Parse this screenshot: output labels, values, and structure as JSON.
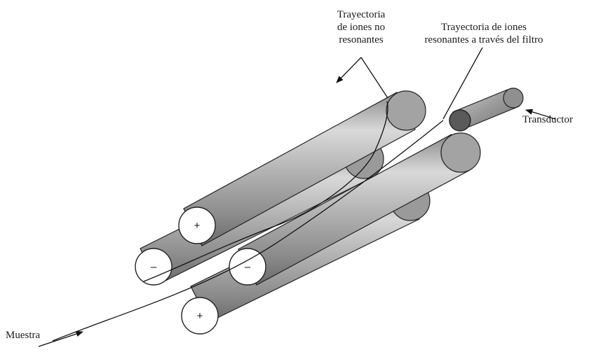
{
  "labels": {
    "nonresonant_line1": "Trayectoria",
    "nonresonant_line2": "de iones no",
    "nonresonant_line3": "resonantes",
    "resonant_line1": "Trayectoria de iones",
    "resonant_line2": "resonantes a través del filtro",
    "detector": "Transductor",
    "sample": "Muestra"
  },
  "polarities": {
    "rod_top_left": "+",
    "rod_bottom_left": "+",
    "rod_left": "–",
    "rod_right": "–"
  }
}
